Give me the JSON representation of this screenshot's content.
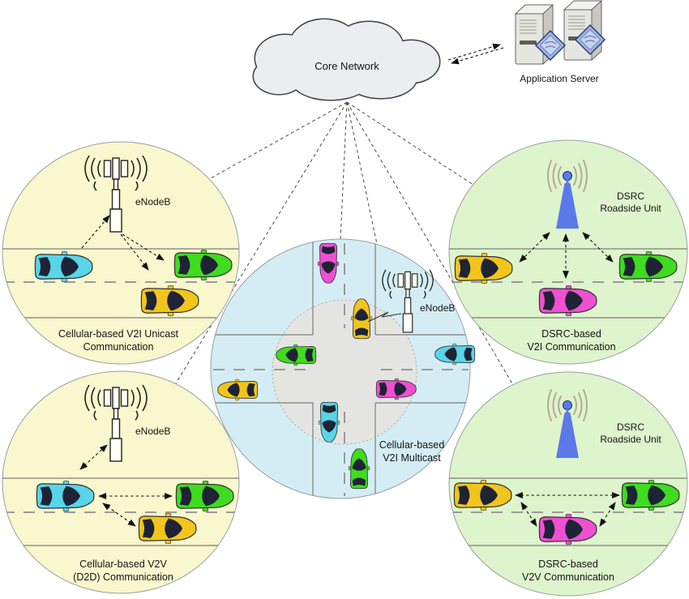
{
  "colors": {
    "panel_yellow": "#f8f7cd",
    "panel_green": "#def4cc",
    "panel_blue": "#d4edf4",
    "multicast_zone": "#e4e4e1",
    "cloud_fill": "#ebedee",
    "car_cyan": "#58d5e8",
    "car_green": "#3fdc20",
    "car_yellow": "#f2c51c",
    "car_magenta": "#ef50d2",
    "rsu_blue": "#5b79e8"
  },
  "cloud": {
    "label": "Core Network"
  },
  "server": {
    "label": "Application Server"
  },
  "panels": {
    "v2i_unicast": {
      "tower_label": "eNodeB",
      "caption_line1": "Cellular-based V2I Unicast",
      "caption_line2": "Communication"
    },
    "v2v_d2d": {
      "tower_label": "eNodeB",
      "caption_line1": "Cellular-based V2V",
      "caption_line2": "(D2D) Communication"
    },
    "dsrc_v2i": {
      "tower_label_line1": "DSRC",
      "tower_label_line2": "Roadside Unit",
      "caption_line1": "DSRC-based",
      "caption_line2": "V2I Communication"
    },
    "dsrc_v2v": {
      "tower_label_line1": "DSRC",
      "tower_label_line2": "Roadside Unit",
      "caption_line1": "DSRC-based",
      "caption_line2": "V2V Communication"
    },
    "multicast": {
      "tower_label": "eNodeB",
      "caption_line1": "Cellular-based",
      "caption_line2": "V2I Multicast"
    }
  }
}
